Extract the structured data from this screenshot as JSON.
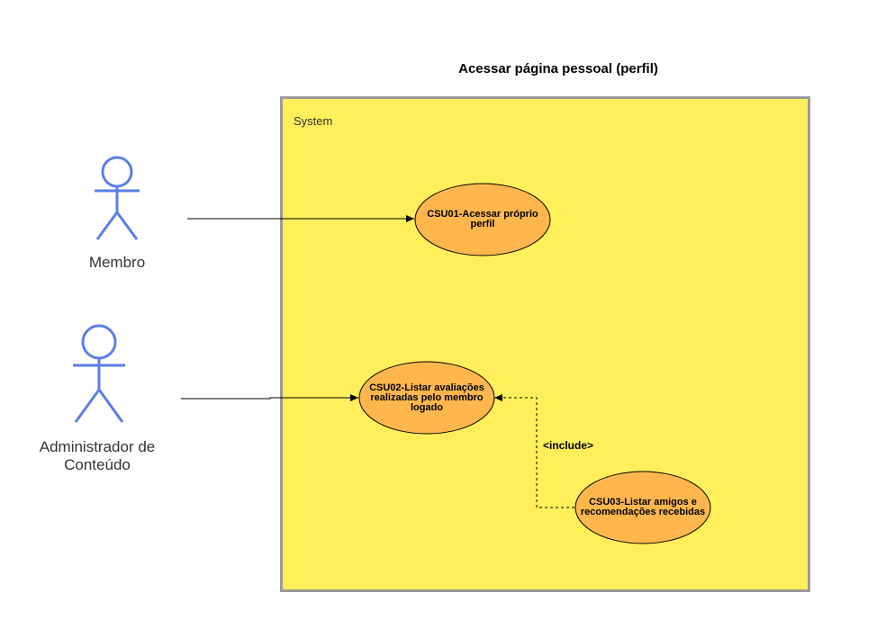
{
  "title": "Acessar página pessoal (perfil)",
  "system": {
    "label": "System"
  },
  "actors": [
    {
      "id": "membro",
      "label": "Membro"
    },
    {
      "id": "admin",
      "label": "Administrador de\nConteúdo"
    }
  ],
  "use_cases": [
    {
      "id": "csu01",
      "label": "CSU01-Acessar próprio perfil"
    },
    {
      "id": "csu02",
      "label": "CSU02-Listar avaliações realizadas pelo membro logado"
    },
    {
      "id": "csu03",
      "label": "CSU03-Listar amigos e recomendações recebidas"
    }
  ],
  "relations": [
    {
      "from": "membro",
      "to": "csu01",
      "type": "association"
    },
    {
      "from": "admin",
      "to": "csu02",
      "type": "association"
    },
    {
      "from": "csu03",
      "to": "csu02",
      "type": "include",
      "label": "<include>"
    }
  ],
  "colors": {
    "system_fill": "#ffef5a",
    "system_border": "#9a9a9a",
    "actor_stroke": "#5b7fe8",
    "usecase_fill": "#ffb74d",
    "usecase_stroke": "#000000"
  }
}
